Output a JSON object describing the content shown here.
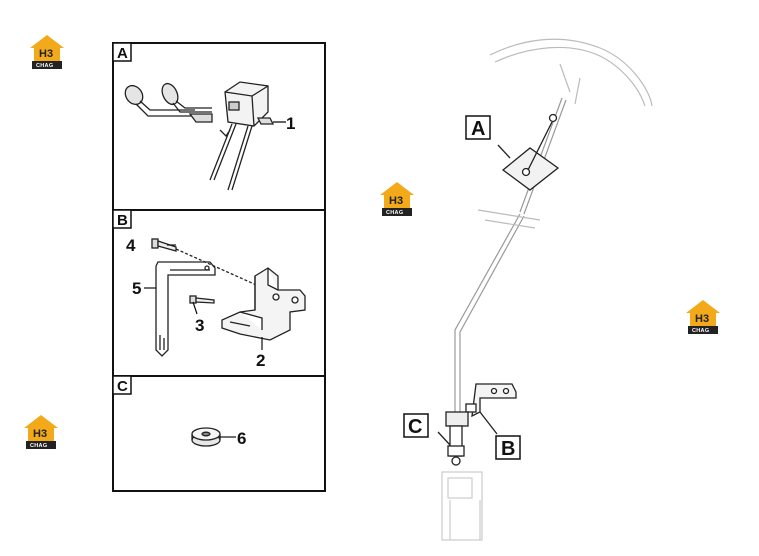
{
  "panels": {
    "a": {
      "label": "A"
    },
    "b": {
      "label": "B"
    },
    "c": {
      "label": "C"
    }
  },
  "callouts": {
    "c1": "1",
    "c2": "2",
    "c3": "3",
    "c4": "4",
    "c5": "5",
    "c6": "6"
  },
  "main_view": {
    "label_a": "A",
    "label_b": "B",
    "label_c": "C"
  },
  "logo": {
    "mark": "H3",
    "sub": "CHAG",
    "accent": "#f2a91a",
    "dark": "#222222"
  },
  "icons": {
    "logo": "h3-chag-logo-icon"
  }
}
